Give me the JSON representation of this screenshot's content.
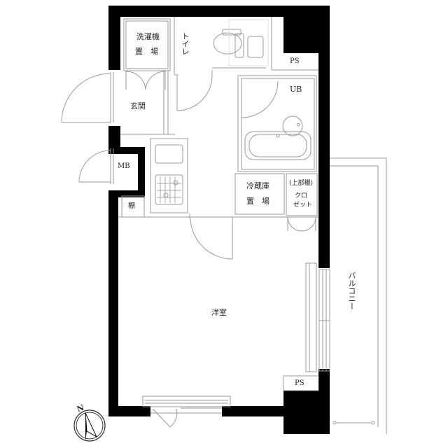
{
  "floorplan": {
    "rooms": {
      "washer": {
        "line1": "洗濯機",
        "line2": "置　場"
      },
      "toilet": "トイレ",
      "ps_top": "PS",
      "entrance": "玄関",
      "unit_bath": "UB",
      "meter_box": "MB",
      "fridge": {
        "line1": "冷蔵庫",
        "line2": "置　場"
      },
      "closet": {
        "line1": "(上部棚)",
        "line2": "クロ",
        "line3": "ゼット"
      },
      "shelf": "棚",
      "western_room": "洋室",
      "balcony": "バルコニー",
      "ps_bottom": "PS"
    },
    "compass": {
      "label": "N"
    },
    "colors": {
      "wall": "#000000",
      "line": "#9a9a9a",
      "background": "#ffffff"
    }
  }
}
